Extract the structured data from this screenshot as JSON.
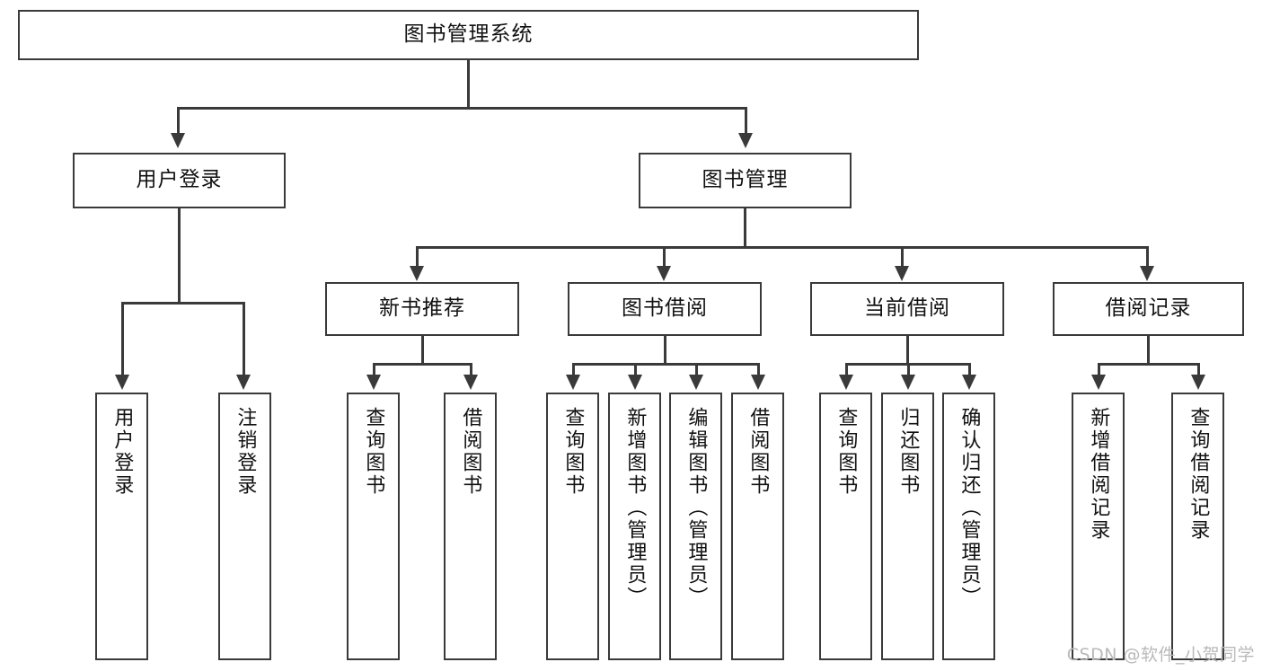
{
  "diagram": {
    "type": "tree-hierarchy-chart",
    "title": "图书管理系统",
    "watermark": "CSDN @软件_小贺同学",
    "colors": {
      "stroke": "#3a3a3a",
      "fill": "#ffffff",
      "text": "#111111",
      "watermark": "#b9b9b9"
    },
    "levels": {
      "root": {
        "label": "图书管理系统"
      },
      "level2": [
        {
          "id": "user-login",
          "label": "用户登录"
        },
        {
          "id": "book-management",
          "label": "图书管理"
        }
      ],
      "level3": [
        {
          "id": "new-book-recommend",
          "label": "新书推荐",
          "parent": "book-management"
        },
        {
          "id": "book-borrow",
          "label": "图书借阅",
          "parent": "book-management"
        },
        {
          "id": "current-borrow",
          "label": "当前借阅",
          "parent": "book-management"
        },
        {
          "id": "borrow-record",
          "label": "借阅记录",
          "parent": "book-management"
        }
      ],
      "leaves": [
        {
          "id": "leaf-user-login",
          "label": "用户登录",
          "parent": "user-login"
        },
        {
          "id": "leaf-user-logout",
          "label": "注销登录",
          "parent": "user-login"
        },
        {
          "id": "leaf-query-book-1",
          "label": "查询图书",
          "parent": "new-book-recommend"
        },
        {
          "id": "leaf-borrow-book-1",
          "label": "借阅图书",
          "parent": "new-book-recommend"
        },
        {
          "id": "leaf-query-book-2",
          "label": "查询图书",
          "parent": "book-borrow"
        },
        {
          "id": "leaf-add-book",
          "label": "新增图书（管理员）",
          "parent": "book-borrow"
        },
        {
          "id": "leaf-edit-book",
          "label": "编辑图书（管理员）",
          "parent": "book-borrow"
        },
        {
          "id": "leaf-borrow-book-2",
          "label": "借阅图书",
          "parent": "book-borrow"
        },
        {
          "id": "leaf-query-book-3",
          "label": "查询图书",
          "parent": "current-borrow"
        },
        {
          "id": "leaf-return-book",
          "label": "归还图书",
          "parent": "current-borrow"
        },
        {
          "id": "leaf-confirm-return",
          "label": "确认归还（管理员）",
          "parent": "current-borrow"
        },
        {
          "id": "leaf-add-borrow-record",
          "label": "新增借阅记录",
          "parent": "borrow-record"
        },
        {
          "id": "leaf-query-borrow-record",
          "label": "查询借阅记录",
          "parent": "borrow-record"
        }
      ]
    }
  }
}
